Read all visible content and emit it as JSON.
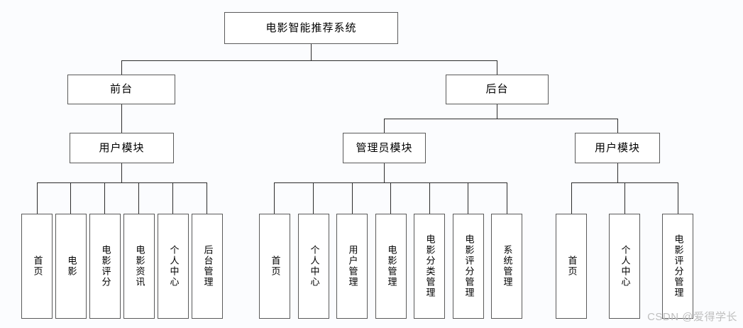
{
  "diagram": {
    "title": "电影智能推荐系统",
    "level2": {
      "frontend": "前台",
      "backend": "后台"
    },
    "level3": {
      "frontend_user_module": "用户模块",
      "admin_module": "管理员模块",
      "backend_user_module": "用户模块"
    },
    "frontend_user_leaves": [
      "首页",
      "电影",
      "电影评分",
      "电影资讯",
      "个人中心",
      "后台管理"
    ],
    "admin_leaves": [
      "首页",
      "个人中心",
      "用户管理",
      "电影管理",
      "电影分类管理",
      "电影评分管理",
      "系统管理"
    ],
    "backend_user_leaves": [
      "首页",
      "个人中心",
      "电影评分管理"
    ]
  },
  "watermark": "CSDN @爱得学长",
  "colors": {
    "border": "#5a5a5a",
    "line": "#2b2b2b",
    "node_fill": "#ffffff",
    "background": "#fbfcfe",
    "watermark": "#bfbfbf"
  }
}
